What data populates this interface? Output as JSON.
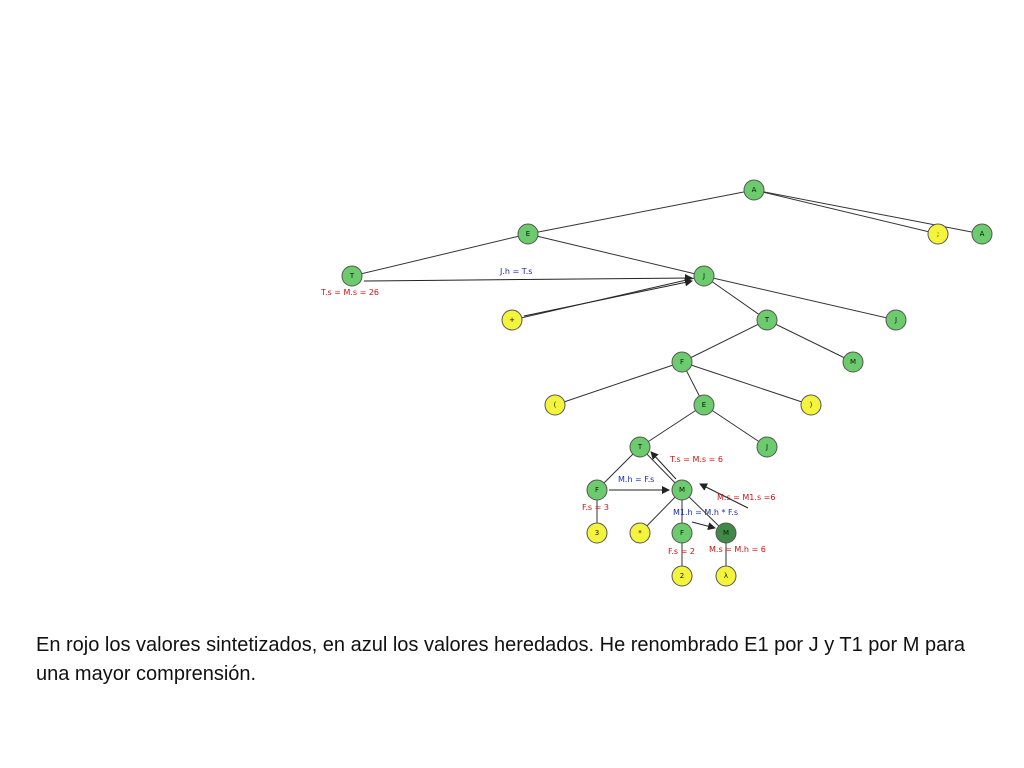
{
  "colors": {
    "node_green": "#6ccb6c",
    "node_yellow": "#f4f43c",
    "node_dark": "#3f8a46",
    "synth_red": "#d01010",
    "inherit_blue": "#1a2ab0"
  },
  "nodes": [
    {
      "id": "A_root",
      "label": "A",
      "color": "green"
    },
    {
      "id": "E_top",
      "label": "E",
      "color": "green"
    },
    {
      "id": "semi",
      "label": ";",
      "color": "yellow"
    },
    {
      "id": "A_right",
      "label": "A",
      "color": "green"
    },
    {
      "id": "T_left",
      "label": "T",
      "color": "green"
    },
    {
      "id": "J_top",
      "label": "J",
      "color": "green"
    },
    {
      "id": "plus",
      "label": "+",
      "color": "yellow"
    },
    {
      "id": "T_mid",
      "label": "T",
      "color": "green"
    },
    {
      "id": "J_right",
      "label": "J",
      "color": "green"
    },
    {
      "id": "F_mid",
      "label": "F",
      "color": "green"
    },
    {
      "id": "M_right",
      "label": "M",
      "color": "green"
    },
    {
      "id": "lparen",
      "label": "(",
      "color": "yellow"
    },
    {
      "id": "E_mid",
      "label": "E",
      "color": "green"
    },
    {
      "id": "rparen",
      "label": ")",
      "color": "yellow"
    },
    {
      "id": "T_low",
      "label": "T",
      "color": "green"
    },
    {
      "id": "J_low",
      "label": "J",
      "color": "green"
    },
    {
      "id": "F_low",
      "label": "F",
      "color": "green"
    },
    {
      "id": "M_low",
      "label": "M",
      "color": "green"
    },
    {
      "id": "three",
      "label": "3",
      "color": "yellow"
    },
    {
      "id": "star",
      "label": "*",
      "color": "yellow"
    },
    {
      "id": "F_bottom",
      "label": "F",
      "color": "green"
    },
    {
      "id": "M_dark",
      "label": "M",
      "color": "dark"
    },
    {
      "id": "two",
      "label": "2",
      "color": "yellow"
    },
    {
      "id": "lambda",
      "label": "λ",
      "color": "yellow"
    }
  ],
  "annotations": {
    "ts_ms_26": "T.s = M.s = 26",
    "jh_ts": "J.h = T.s",
    "ts_ms_6": "T.s = M.s = 6",
    "mh_fs": "M.h = F.s",
    "ms_m1s_6": "M.s = M1.s =6",
    "fs_3": "F.s = 3",
    "m1h_mh_fs": "M1.h = M.h * F.s",
    "fs_2": "F.s = 2",
    "ms_mh_6": "M.s = M.h = 6"
  },
  "caption": "En rojo los valores sintetizados, en azul los valores heredados. He renombrado E1 por J y T1 por M para una mayor comprensión."
}
